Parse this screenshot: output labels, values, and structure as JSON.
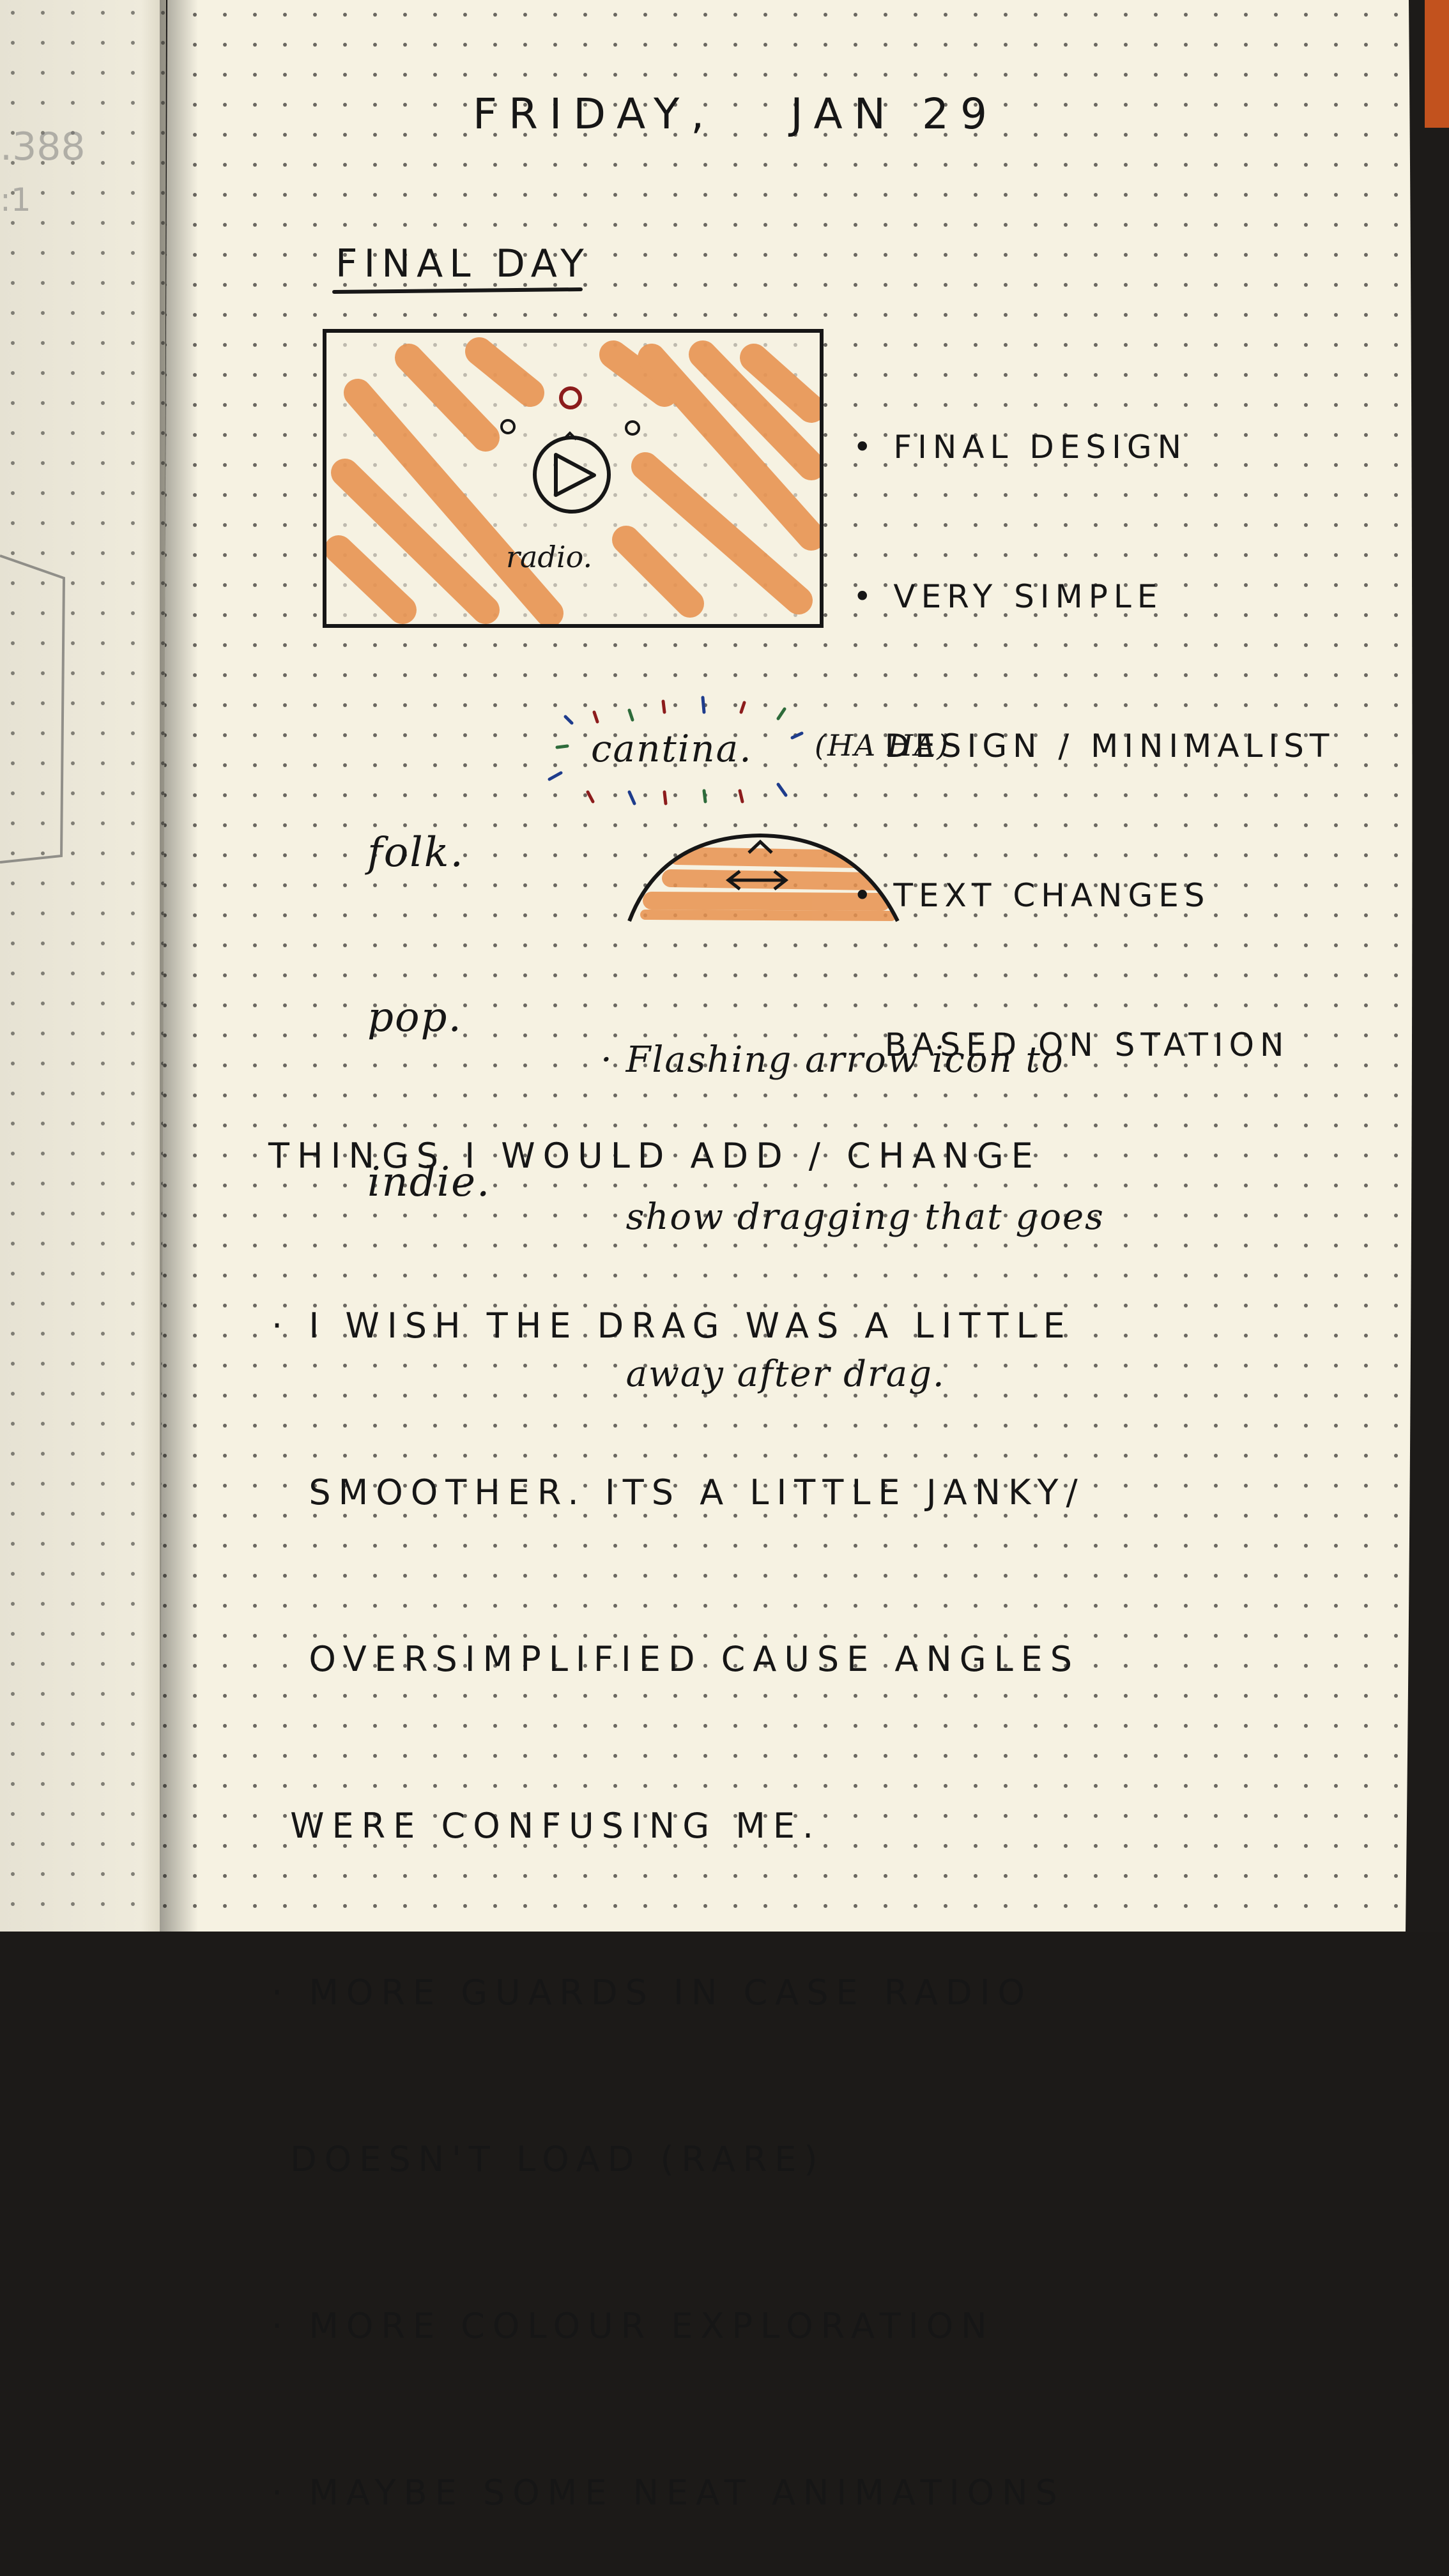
{
  "page": {
    "date": "FRIDAY,   JAN 29",
    "heading": "FINAL DAY"
  },
  "sketch": {
    "label": "radio.",
    "colors": {
      "stripe": "#e8924f",
      "ink": "#161616",
      "dot_red": "#8c1c1c",
      "paper": "#f6f2e2"
    }
  },
  "notes": {
    "design_bullets": [
      "• FINAL DESIGN",
      "• VERY SIMPLE",
      "  DESIGN / MINIMALIST",
      "• TEXT CHANGES",
      "  BASED ON STATION"
    ],
    "genres": [
      "folk.",
      "pop.",
      "indie."
    ],
    "station_name": "cantina.",
    "aside": "(HA HA)",
    "drag_note": [
      "· Flashing arrow icon to",
      "  show dragging that goes",
      "  away after drag."
    ]
  },
  "changes": {
    "title": "THINGS I WOULD ADD / CHANGE",
    "lines": [
      "· I WISH THE DRAG WAS A LITTLE",
      "  SMOOTHER. ITS A LITTLE JANKY/",
      "  OVERSIMPLIFIED CAUSE ANGLES",
      " WERE CONFUSING ME.",
      "· MORE GUARDS IN CASE RADIO",
      " DOESN'T LOAD (RARE)",
      "· MORE COLOUR EXPLORATION",
      "· MAYBE SOME NEAT ANIMATIONS"
    ]
  }
}
